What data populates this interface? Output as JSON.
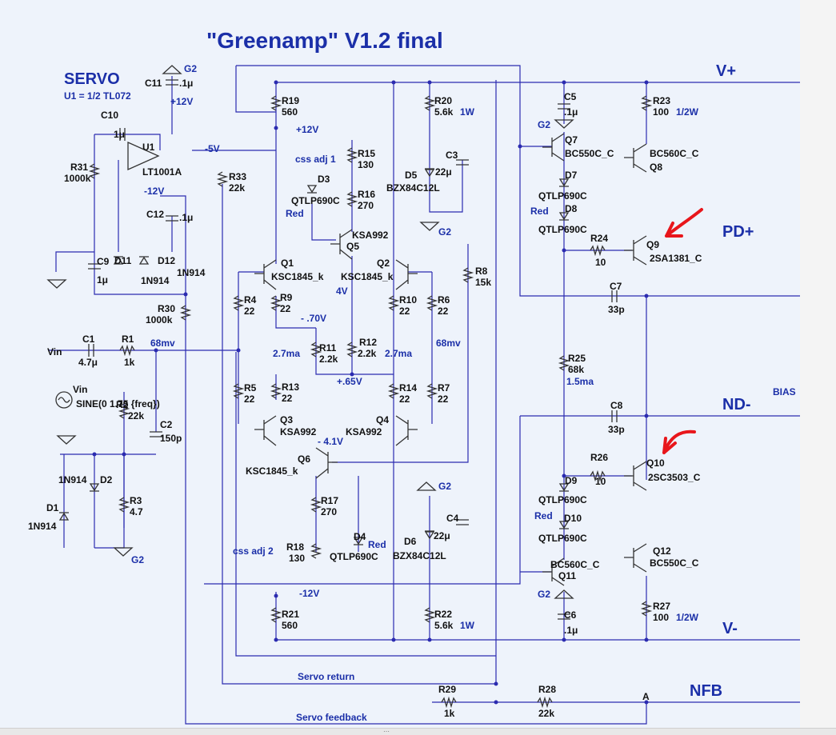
{
  "title": "\"Greenamp\" V1.2 final",
  "servo": {
    "heading": "SERVO",
    "note": "U1 = 1/2 TL072",
    "return_label": "Servo return",
    "feedback_label": "Servo feedback"
  },
  "rails": {
    "vplus": "V+",
    "vminus": "V-",
    "pdplus": "PD+",
    "ndminus": "ND-",
    "nfb": "NFB",
    "bias": "BIAS",
    "node_a": "A"
  },
  "nets": {
    "p12": "+12V",
    "m12": "-12V",
    "m5": "-5V",
    "m12b": "-12V",
    "g2": "G2",
    "v70": "- .70V",
    "v65": "+.65V",
    "v41": "- 4.1V",
    "v4": "4V",
    "mv68a": "68mv",
    "mv68b": "68mv",
    "ma27a": "2.7ma",
    "ma27b": "2.7ma",
    "ma15": "1.5ma",
    "css1": "css adj 1",
    "css2": "css adj 2",
    "p12b": "+12V"
  },
  "components": {
    "r19": [
      "R19",
      "560"
    ],
    "r20": [
      "R20",
      "5.6k"
    ],
    "r20w": "1W",
    "r15": [
      "R15",
      "130"
    ],
    "r16": [
      "R16",
      "270"
    ],
    "r8": [
      "R8",
      "15k"
    ],
    "r4": [
      "R4",
      "22"
    ],
    "r9": [
      "R9",
      "22"
    ],
    "r10": [
      "R10",
      "22"
    ],
    "r6": [
      "R6",
      "22"
    ],
    "r11": [
      "R11",
      "2.2k"
    ],
    "r12": [
      "R12",
      "2.2k"
    ],
    "r5": [
      "R5",
      "22"
    ],
    "r13": [
      "R13",
      "22"
    ],
    "r14": [
      "R14",
      "22"
    ],
    "r7": [
      "R7",
      "22"
    ],
    "r17": [
      "R17",
      "270"
    ],
    "r18": [
      "R18",
      "130"
    ],
    "r21": [
      "R21",
      "560"
    ],
    "r22": [
      "R22",
      "5.6k"
    ],
    "r22w": "1W",
    "r23": [
      "R23",
      "100"
    ],
    "r23w": "1/2W",
    "r24": [
      "R24",
      "10"
    ],
    "r25": [
      "R25",
      "68k"
    ],
    "r26": [
      "R26",
      "10"
    ],
    "r27": [
      "R27",
      "100"
    ],
    "r27w": "1/2W",
    "r29": [
      "R29",
      "1k"
    ],
    "r28": [
      "R28",
      "22k"
    ],
    "r30": [
      "R30",
      "1000k"
    ],
    "r31": [
      "R31",
      "1000k"
    ],
    "r33": [
      "R33",
      "22k"
    ],
    "r1": [
      "R1",
      "1k"
    ],
    "r2": [
      "R2",
      "22k"
    ],
    "r3": [
      "R3",
      "4.7"
    ],
    "c1": [
      "C1",
      "4.7μ"
    ],
    "c2": [
      "C2",
      "150p"
    ],
    "c3": [
      "C3",
      "22μ"
    ],
    "c4": [
      "C4",
      "22μ"
    ],
    "c5": [
      "C5",
      ".1μ"
    ],
    "c6": [
      "C6",
      ".1μ"
    ],
    "c7": [
      "C7",
      "33p"
    ],
    "c8": [
      "C8",
      "33p"
    ],
    "c9": [
      "C9",
      "1μ"
    ],
    "c10": [
      "C10",
      "1μ"
    ],
    "c11": [
      "C11",
      ".1μ"
    ],
    "c12": [
      "C12",
      ".1μ"
    ],
    "q1": [
      "Q1",
      "KSC1845_k"
    ],
    "q2": [
      "Q2",
      "KSC1845_k"
    ],
    "q3": [
      "Q3",
      "KSA992"
    ],
    "q4": [
      "Q4",
      "KSA992"
    ],
    "q5": [
      "Q5",
      "KSA992"
    ],
    "q6": [
      "Q6",
      "KSC1845_k"
    ],
    "q7": [
      "Q7",
      "BC550C_C"
    ],
    "q8": [
      "Q8",
      "BC560C_C"
    ],
    "q9": [
      "Q9",
      "2SA1381_C"
    ],
    "q10": [
      "Q10",
      "2SC3503_C"
    ],
    "q11": [
      "Q11",
      "BC560C_C"
    ],
    "q12": [
      "Q12",
      "BC550C_C"
    ],
    "d1": [
      "D1",
      "1N914"
    ],
    "d2": [
      "D2",
      "1N914"
    ],
    "d11": [
      "D11",
      "1N914"
    ],
    "d12": [
      "D12",
      "1N914"
    ],
    "d3": [
      "D3",
      "QTLP690C"
    ],
    "d3c": "Red",
    "d4": [
      "D4",
      "QTLP690C"
    ],
    "d4c": "Red",
    "d5": [
      "D5",
      "BZX84C12L"
    ],
    "d6": [
      "D6",
      "BZX84C12L"
    ],
    "d7": [
      "D7",
      "QTLP690C"
    ],
    "d7c": "Red",
    "d8": [
      "D8",
      "QTLP690C"
    ],
    "d9": [
      "D9",
      "QTLP690C"
    ],
    "d9c": "Red",
    "d10": [
      "D10",
      "QTLP690C"
    ],
    "u1": [
      "U1",
      "LT1001A"
    ],
    "vin": [
      "Vin",
      "SINE(0 1.75 {freq})"
    ],
    "vin_node": "Vin"
  },
  "colors": {
    "wire": "#2b2bb0",
    "accent_text": "#1b2fa8",
    "annotation_arrow": "#e8161b",
    "background": "#eef3fb"
  }
}
